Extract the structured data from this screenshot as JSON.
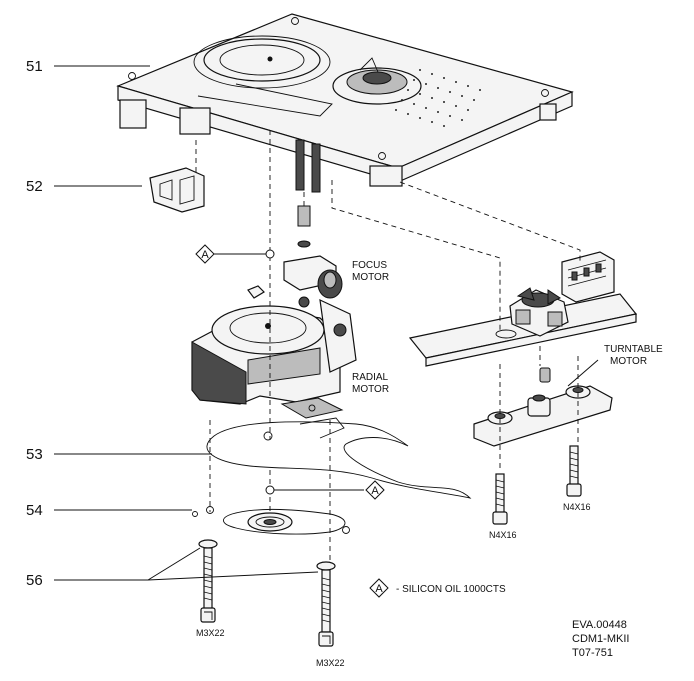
{
  "callouts": {
    "c51": "51",
    "c52": "52",
    "c53": "53",
    "c54": "54",
    "c56": "56"
  },
  "labels": {
    "focus_motor_line1": "FOCUS",
    "focus_motor_line2": "MOTOR",
    "radial_motor_line1": "RADIAL",
    "radial_motor_line2": "MOTOR",
    "turntable_motor_line1": "TURNTABLE",
    "turntable_motor_line2": "MOTOR",
    "screw_m3x22_left": "M3X22",
    "screw_m3x22_right": "M3X22",
    "screw_n4x16_left": "N4X16",
    "screw_n4x16_right": "N4X16"
  },
  "oil_marker_symbol": "A",
  "legend": {
    "symbol": "A",
    "text": "- SILICON OIL 1000CTS"
  },
  "reference": {
    "line1": "EVA.00448",
    "line2": "CDM1-MKII",
    "line3": "T07-751"
  }
}
